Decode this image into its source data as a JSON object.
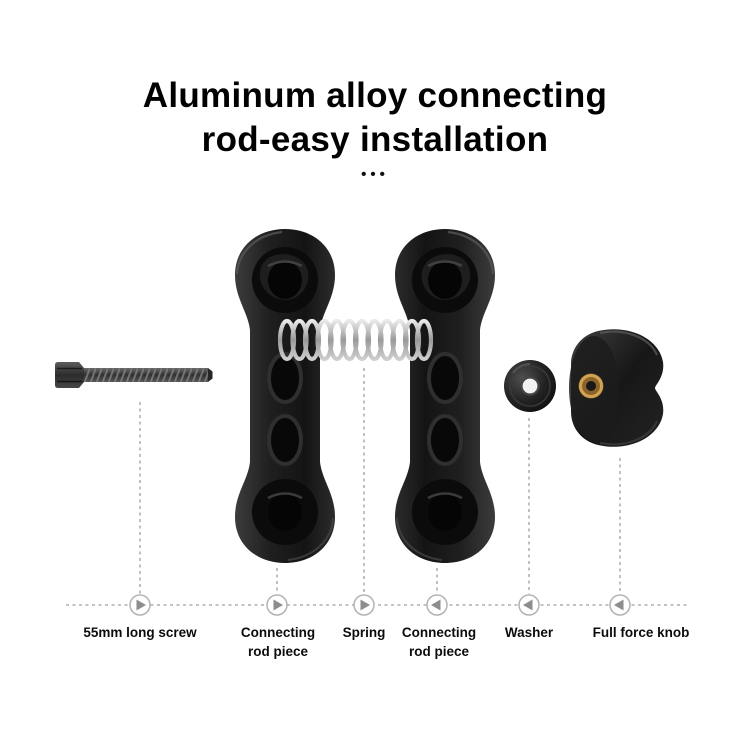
{
  "title": {
    "line1": "Aluminum alloy connecting",
    "line2": "rod-easy installation"
  },
  "decor": {
    "dots": "•••"
  },
  "legend": {
    "items": [
      {
        "line1": "55mm long screw",
        "line2": "",
        "arrow": "right"
      },
      {
        "line1": "Connecting",
        "line2": "rod piece",
        "arrow": "right"
      },
      {
        "line1": "Spring",
        "line2": "",
        "arrow": "right"
      },
      {
        "line1": "Connecting",
        "line2": "rod piece",
        "arrow": "left"
      },
      {
        "line1": "Washer",
        "line2": "",
        "arrow": "left"
      },
      {
        "line1": "Full force knob",
        "line2": "",
        "arrow": "left"
      }
    ]
  },
  "colors": {
    "background": "#ffffff",
    "text": "#000000",
    "part_black": "#1a1a1a",
    "metal_gray": "#b5b5b5",
    "brass": "#c89a4a",
    "guide_gray": "#9e9e9e"
  }
}
